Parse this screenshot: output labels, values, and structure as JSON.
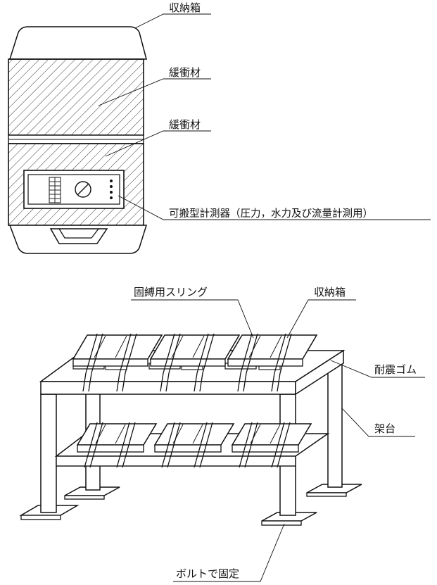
{
  "figure_top": {
    "labels": {
      "storage_box": "収納箱",
      "cushion_1": "緩衝材",
      "cushion_2": "緩衝材",
      "instrument": "可搬型計測器（圧力，水力及び流量計測用）"
    }
  },
  "figure_bottom": {
    "labels": {
      "sling": "固縛用スリング",
      "storage_box": "収納箱",
      "rubber": "耐震ゴム",
      "stand": "架台",
      "bolt": "ボルトで固定"
    }
  }
}
